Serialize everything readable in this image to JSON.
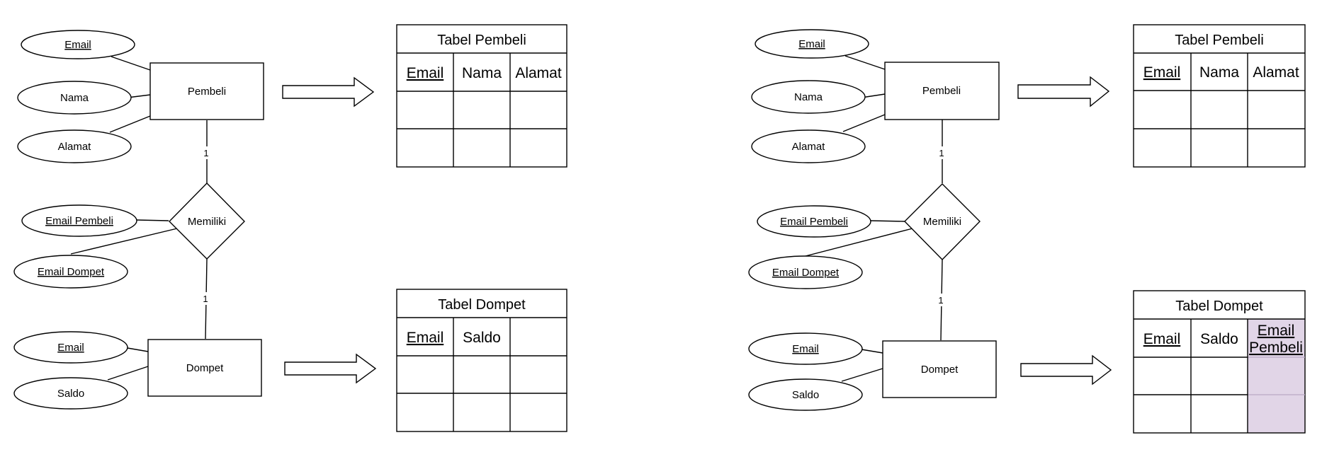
{
  "left": {
    "attributes": {
      "email": "Email",
      "nama": "Nama",
      "alamat": "Alamat",
      "email_pembeli": "Email Pembeli",
      "email_dompet": "Email Dompet",
      "email2": "Email",
      "saldo": "Saldo"
    },
    "entities": {
      "pembeli": "Pembeli",
      "dompet": "Dompet"
    },
    "relationship": "Memiliki",
    "cardinality": {
      "top": "1",
      "bottom": "1"
    },
    "table_pembeli": {
      "title": "Tabel Pembeli",
      "headers": [
        "Email",
        "Nama",
        "Alamat"
      ]
    },
    "table_dompet": {
      "title": "Tabel Dompet",
      "headers": [
        "Email",
        "Saldo"
      ]
    }
  },
  "right": {
    "attributes": {
      "email": "Email",
      "nama": "Nama",
      "alamat": "Alamat",
      "email_pembeli": "Email Pembeli",
      "email_dompet": "Email Dompet",
      "email2": "Email",
      "saldo": "Saldo"
    },
    "entities": {
      "pembeli": "Pembeli",
      "dompet": "Dompet"
    },
    "relationship": "Memiliki",
    "cardinality": {
      "top": "1",
      "bottom": "1"
    },
    "table_pembeli": {
      "title": "Tabel Pembeli",
      "headers": [
        "Email",
        "Nama",
        "Alamat"
      ]
    },
    "table_dompet": {
      "title": "Tabel Dompet",
      "headers": [
        "Email",
        "Saldo"
      ],
      "fk_header_line1": "Email",
      "fk_header_line2": "Pembeli"
    },
    "fk_color": "#e1d5e7"
  }
}
